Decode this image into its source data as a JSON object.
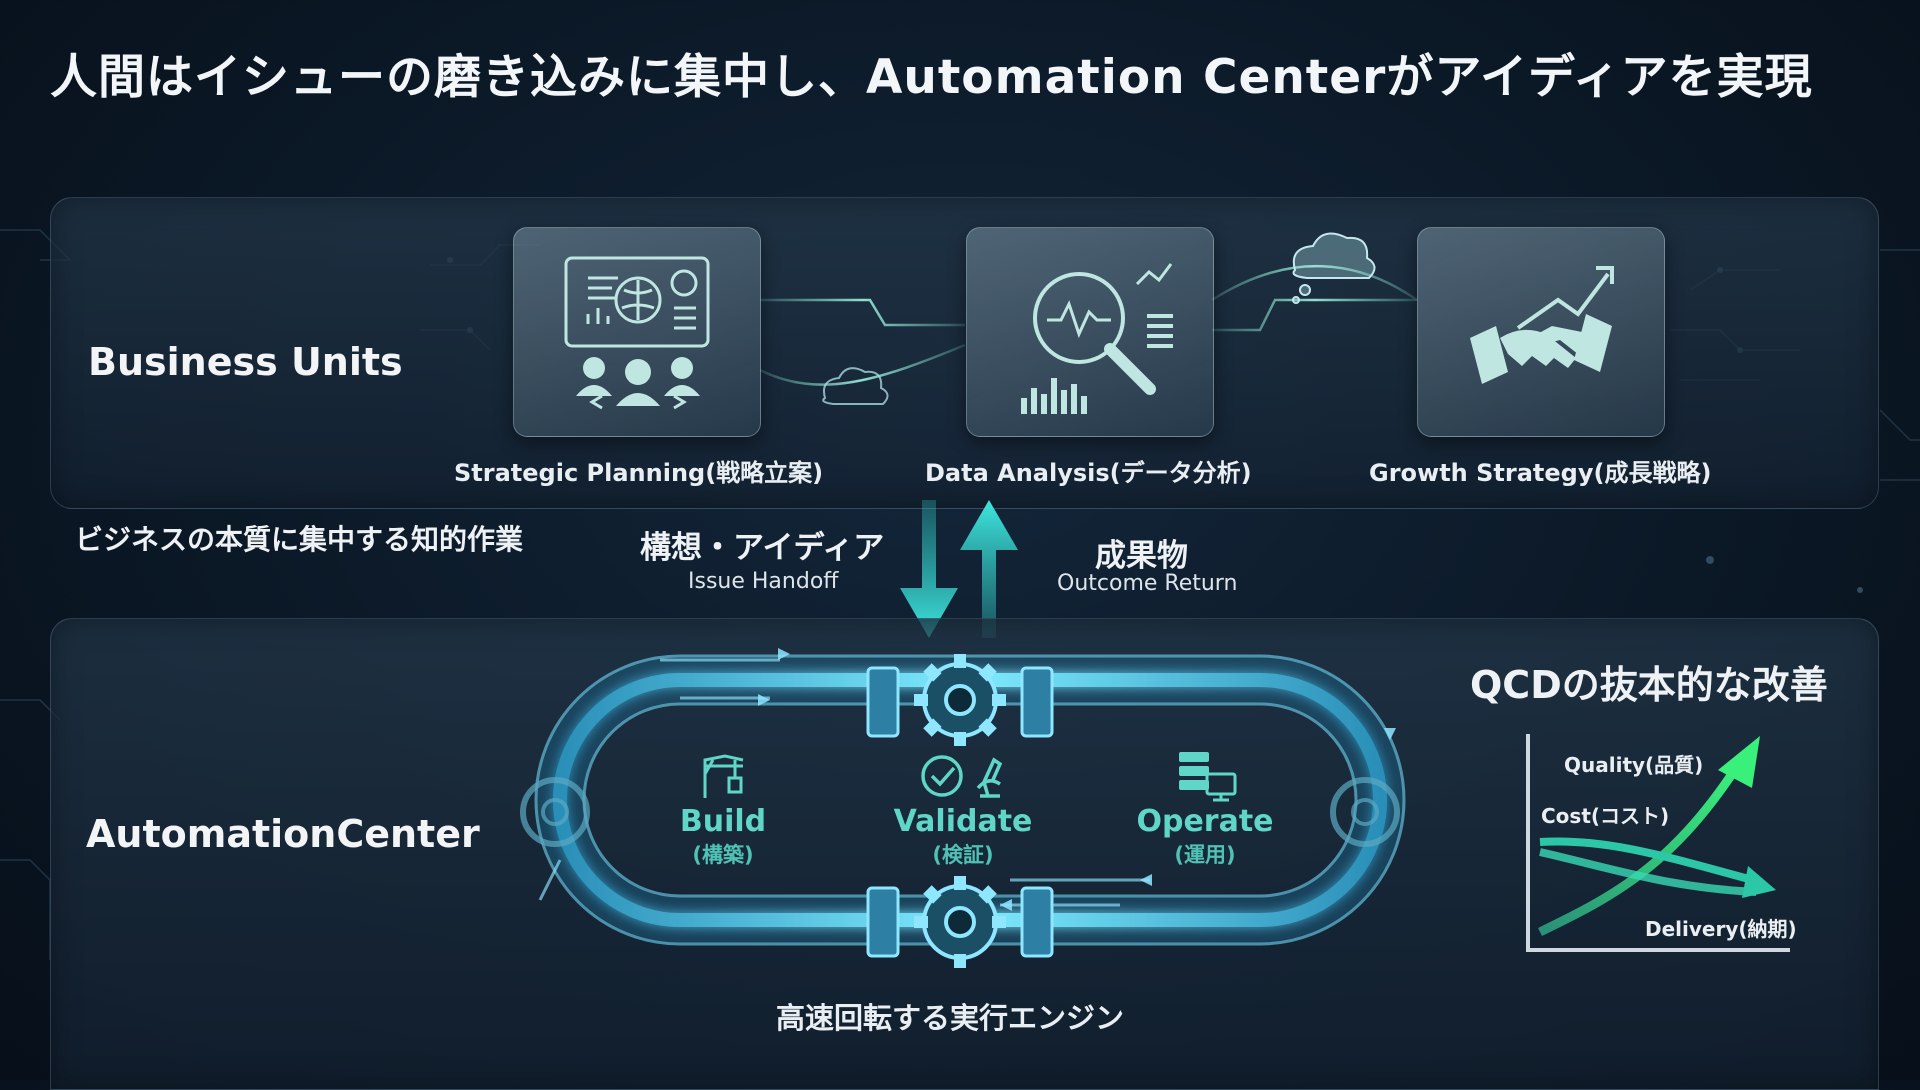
{
  "title": "人間はイシューの磨き込みに集中し、Automation Centerがアイディアを実現",
  "business_units": {
    "label": "Business Units",
    "cards": [
      {
        "label": "Strategic Planning(戦略立案)",
        "icon": "strategy-meeting-icon"
      },
      {
        "label": "Data Analysis(データ分析)",
        "icon": "magnifier-chart-icon"
      },
      {
        "label": "Growth Strategy(成長戦略)",
        "icon": "handshake-growth-icon"
      }
    ],
    "note": "ビジネスの本質に集中する知的作業"
  },
  "handoff": {
    "issue_title": "構想・アイディア",
    "issue_sub": "Issue Handoff",
    "outcome_title": "成果物",
    "outcome_sub": "Outcome Return",
    "arrow_color": "#34d6cf"
  },
  "automation_center": {
    "label": "AutomationCenter",
    "stages": [
      {
        "label": "Build",
        "jp": "(構築)",
        "icon": "crane-icon"
      },
      {
        "label": "Validate",
        "jp": "(検証)",
        "icon": "check-microscope-icon"
      },
      {
        "label": "Operate",
        "jp": "(運用)",
        "icon": "server-monitor-icon"
      }
    ],
    "engine_label": "高速回転する実行エンジン",
    "loop_color": "#5fe0ff"
  },
  "qcd": {
    "title": "QCDの抜本的な改善",
    "quality_label": "Quality(品質)",
    "cost_label": "Cost(コスト)",
    "delivery_label": "Delivery(納期)",
    "accent": "#2fe08a"
  }
}
